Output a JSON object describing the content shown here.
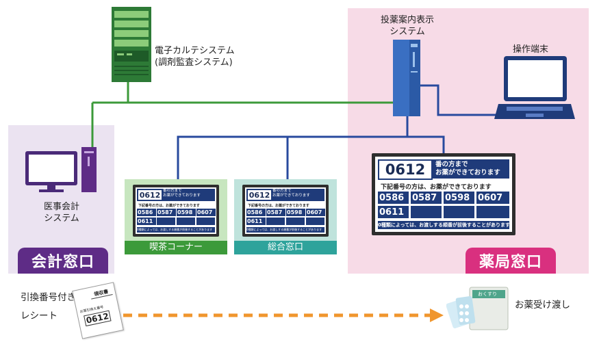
{
  "systems": {
    "ehr_line1": "電子カルテシステム",
    "ehr_line2": "(調剤監査システム)",
    "dispense_line1": "投薬案内表示",
    "dispense_line2": "システム",
    "terminal": "操作端末",
    "accounting_line1": "医事会計",
    "accounting_line2": "システム"
  },
  "areas": {
    "accounting": "会計窓口",
    "pharmacy": "薬局窓口",
    "cafe": "喫茶コーナー",
    "general": "総合窓口"
  },
  "boards": {
    "current_number": "0612",
    "current_msg_line1": "番の方まで",
    "current_msg_line2": "お薬ができております",
    "list_heading": "下記番号の方は、お薬ができております",
    "numbers": [
      "0586",
      "0587",
      "0598",
      "0607",
      "0611"
    ],
    "footer": "0種類によっては、お渡しする順番が前後することがあります"
  },
  "receipt": {
    "label_line1": "引換番号付き",
    "label_line2": "レシート",
    "title": "領収書",
    "caption": "お薬引換え番号",
    "number": "0612"
  },
  "handover": {
    "bag_label": "おくすり",
    "label": "お薬受け渡し"
  },
  "colors": {
    "green_line": "#3c9a3a",
    "blue_line": "#284a9e",
    "orange_arrow": "#f0962e",
    "accounting": "#5e2c86",
    "pharmacy": "#d9307f"
  }
}
